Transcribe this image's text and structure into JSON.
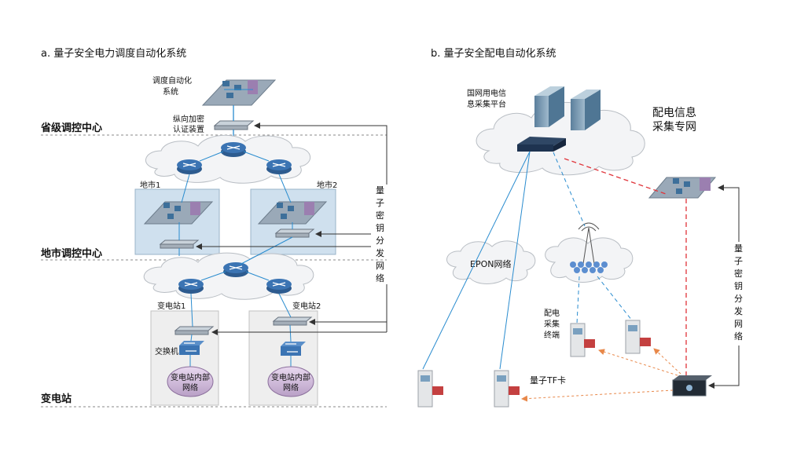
{
  "panel_a": {
    "title": "a.  量子安全电力调度自动化系统",
    "dispatch_system": [
      "调度自动化",
      "系统"
    ],
    "crypto_device": [
      "纵向加密",
      "认证装置"
    ],
    "level_province": "省级调控中心",
    "level_city": "地市调控中心",
    "level_substation": "变电站",
    "city1": "地市1",
    "city2": "地市2",
    "substation1": "变电站1",
    "substation2": "变电站2",
    "switch_label": "交换机",
    "internal_network": [
      "变电站内部",
      "网络"
    ],
    "qkd_network": [
      "量",
      "子",
      "密",
      "钥",
      "分",
      "发",
      "网",
      "络"
    ]
  },
  "panel_b": {
    "title": "b.  量子安全配电自动化系统",
    "platform": [
      "国网用电信",
      "息采集平台"
    ],
    "private_network": [
      "配电信息",
      "采集专网"
    ],
    "epon": "EPON网络",
    "terminal": [
      "配电",
      "采集",
      "终端"
    ],
    "tf_card": "量子TF卡",
    "qkd_network": [
      "量",
      "子",
      "密",
      "钥",
      "分",
      "发",
      "网",
      "络"
    ]
  },
  "colors": {
    "link_blue": "#2a8ccf",
    "arrow_dark": "#333333",
    "dash_red": "#e0343a",
    "dash_orange": "#e8884a",
    "cloud_fill": "#f3f4f6",
    "box_fill": "#cfe0ee"
  }
}
